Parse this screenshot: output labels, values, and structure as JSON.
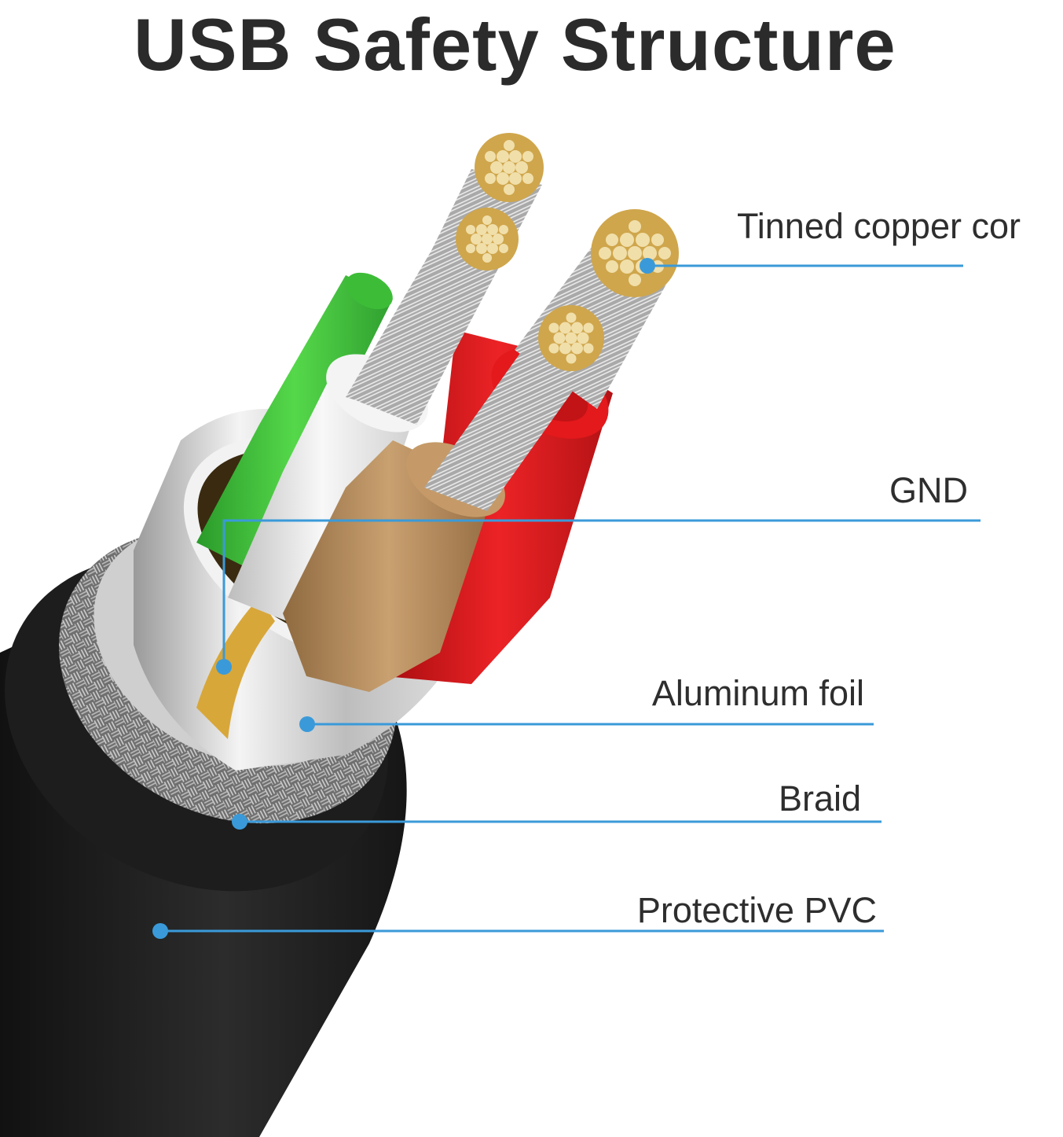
{
  "title": "USB Safety Structure",
  "labels": {
    "tinned_copper": "Tinned copper cor",
    "gnd": "GND",
    "aluminum_foil": "Aluminum foil",
    "braid": "Braid",
    "protective_pvc": "Protective PVC"
  },
  "colors": {
    "callout_line": "#3a9ad9",
    "jacket": "#1f1f1f",
    "green_wire": "#3ec43a",
    "white_wire": "#e6e6e6",
    "red_wire": "#e0191c",
    "tan_wire": "#b98e5c",
    "copper_strand": "#e2c98a",
    "title_text": "#2b2b2b"
  }
}
